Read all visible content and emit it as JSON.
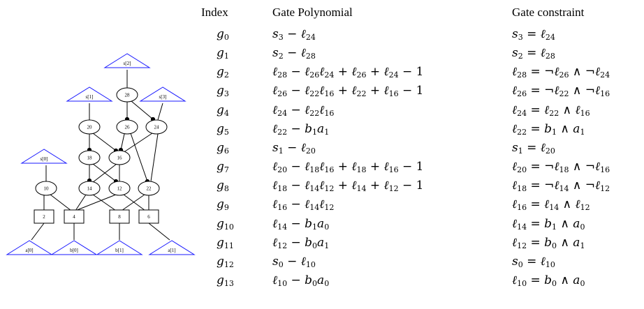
{
  "table": {
    "headers": [
      "Index",
      "Gate Polynomial",
      "Gate constraint"
    ],
    "rows": [
      {
        "index": "g0",
        "poly": "s3 − ℓ24",
        "constraint": "s3 = ℓ24"
      },
      {
        "index": "g1",
        "poly": "s2 − ℓ28",
        "constraint": "s2 = ℓ28"
      },
      {
        "index": "g2",
        "poly": "ℓ28 − ℓ26ℓ24 + ℓ26 + ℓ24 − 1",
        "constraint": "ℓ28 = ¬ℓ26 ∧ ¬ℓ24"
      },
      {
        "index": "g3",
        "poly": "ℓ26 − ℓ22ℓ16 + ℓ22 + ℓ16 − 1",
        "constraint": "ℓ26 = ¬ℓ22 ∧ ¬ℓ16"
      },
      {
        "index": "g4",
        "poly": "ℓ24 − ℓ22ℓ16",
        "constraint": "ℓ24 = ℓ22 ∧ ℓ16"
      },
      {
        "index": "g5",
        "poly": "ℓ22 − b1a1",
        "constraint": "ℓ22 = b1 ∧ a1"
      },
      {
        "index": "g6",
        "poly": "s1 − ℓ20",
        "constraint": "s1 = ℓ20"
      },
      {
        "index": "g7",
        "poly": "ℓ20 − ℓ18ℓ16 + ℓ18 + ℓ16 − 1",
        "constraint": "ℓ20 = ¬ℓ18 ∧ ¬ℓ16"
      },
      {
        "index": "g8",
        "poly": "ℓ18 − ℓ14ℓ12 + ℓ14 + ℓ12 − 1",
        "constraint": "ℓ18 = ¬ℓ14 ∧ ¬ℓ12"
      },
      {
        "index": "g9",
        "poly": "ℓ16 − ℓ14ℓ12",
        "constraint": "ℓ16 = ℓ14 ∧ ℓ12"
      },
      {
        "index": "g10",
        "poly": "ℓ14 − b1a0",
        "constraint": "ℓ14 = b1 ∧ a0"
      },
      {
        "index": "g11",
        "poly": "ℓ12 − b0a1",
        "constraint": "ℓ12 = b0 ∧ a1"
      },
      {
        "index": "g12",
        "poly": "s0 − ℓ10",
        "constraint": "s0 = ℓ10"
      },
      {
        "index": "g13",
        "poly": "ℓ10 − b0a0",
        "constraint": "ℓ10 = b0 ∧ a0"
      }
    ]
  },
  "circuit": {
    "outputs": [
      "s[2]",
      "s[1]",
      "s[3]",
      "s[0]"
    ],
    "and_nodes": [
      "28",
      "20",
      "26",
      "24",
      "18",
      "16",
      "10",
      "14",
      "12",
      "22"
    ],
    "input_nodes": [
      "2",
      "4",
      "8",
      "6"
    ],
    "inputs": [
      "a[0]",
      "b[0]",
      "b[1]",
      "a[1]"
    ],
    "colors": {
      "output_triangle": "#1a1aff",
      "input_triangle": "#1a1aff",
      "node_stroke": "#000000"
    }
  }
}
